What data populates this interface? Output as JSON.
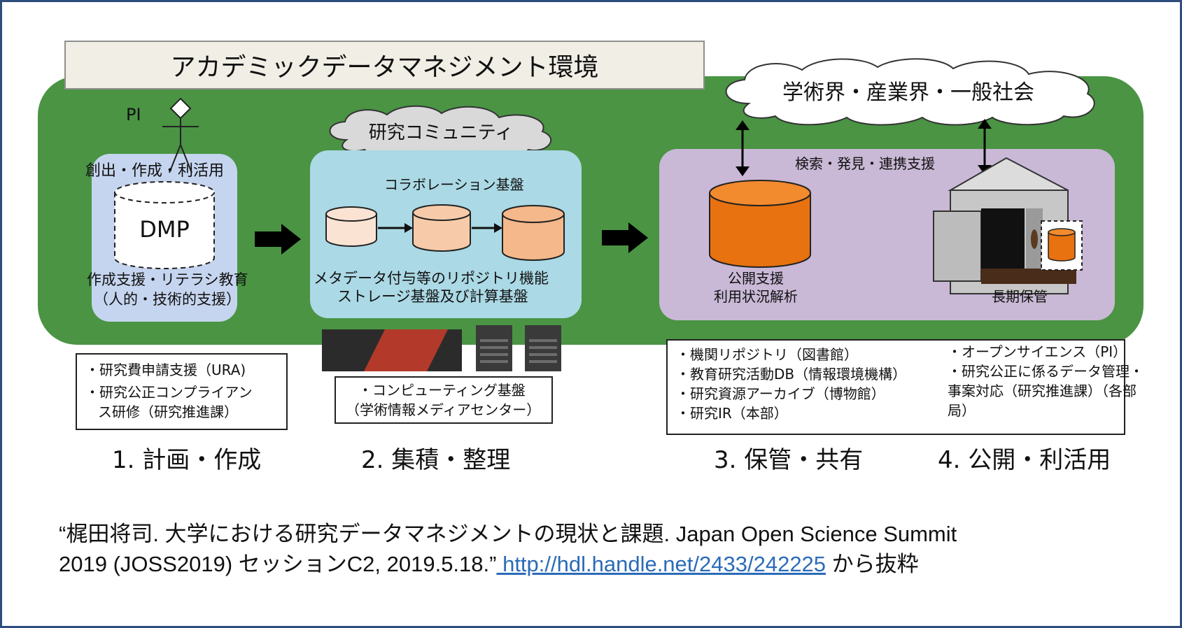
{
  "title": "アカデミックデータマネジメント環境",
  "pi_label": "PI",
  "stage1": {
    "top_caption": "創出・作成・利活用",
    "cylinder_label": "DMP",
    "support_line1": "作成支援・リテラシ教育",
    "support_line2": "（人的・技術的支援）",
    "notes": [
      "・研究費申請支援（URA)",
      "・研究公正コンプライアン",
      "ス研修（研究推進課）"
    ],
    "label": "1. 計画・作成"
  },
  "stage2": {
    "cloud": "研究コミュニティ",
    "platform": "コラボレーション基盤",
    "desc_line1": "メタデータ付与等のリポジトリ機能",
    "desc_line2": "ストレージ基盤及び計算基盤",
    "computing_line1": "・コンピューティング基盤",
    "computing_line2": "（学術情報メディアセンター）",
    "label": "2. 集積・整理"
  },
  "stage3": {
    "cloud": "学術界・産業界・一般社会",
    "search": "検索・発見・連携支援",
    "public_line1": "公開支援",
    "public_line2": "利用状況解析",
    "storage": "長期保管",
    "notes": [
      "・機関リポジトリ（図書館）",
      "・教育研究活動DB（情報環境機構）",
      "・研究資源アーカイブ（博物館）",
      "・研究IR（本部）"
    ],
    "label": "3. 保管・共有"
  },
  "stage4": {
    "notes": [
      "・オープンサイエンス（PI）",
      "・研究公正に係るデータ管理・",
      "事案対応（研究推進課）（各部",
      "局）"
    ],
    "label": "4. 公開・利活用"
  },
  "citation": {
    "text_line1": "“梶田将司. 大学における研究データマネジメントの現状と課題. Japan Open Science Summit",
    "text_line2": "2019 (JOSS2019) セッションC2, 2019.5.18.”",
    "link": " http://hdl.handle.net/2433/242225",
    "suffix": " から抜粋"
  },
  "colors": {
    "green_area": "#4a9444",
    "panel_planning": "#c6d5ef",
    "panel_collaboration": "#abd9e5",
    "panel_storage": "#c9b8d6",
    "cylinder_orange": "#e8720f",
    "link": "#2b6bb8"
  }
}
